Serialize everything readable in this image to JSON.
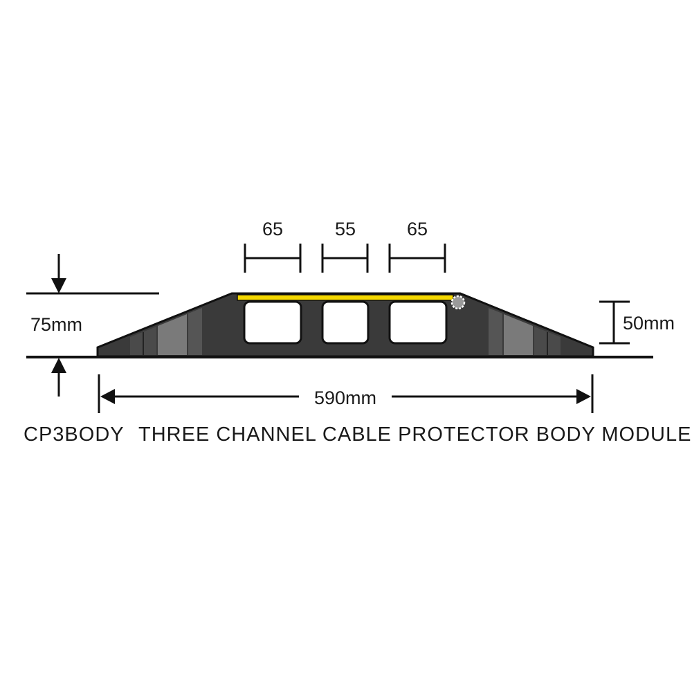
{
  "dimensions": {
    "channel_widths": [
      "65",
      "55",
      "65"
    ],
    "total_height": "75mm",
    "channel_height": "50mm",
    "total_width": "590mm"
  },
  "caption": {
    "code": "CP3BODY",
    "description": "THREE CHANNEL CABLE PROTECTOR BODY MODULE"
  },
  "colors": {
    "body": "#3a3a3a",
    "ramp_panel": "#7a7a7a",
    "yellow_stripe": "#f5d800",
    "line": "#111111"
  }
}
